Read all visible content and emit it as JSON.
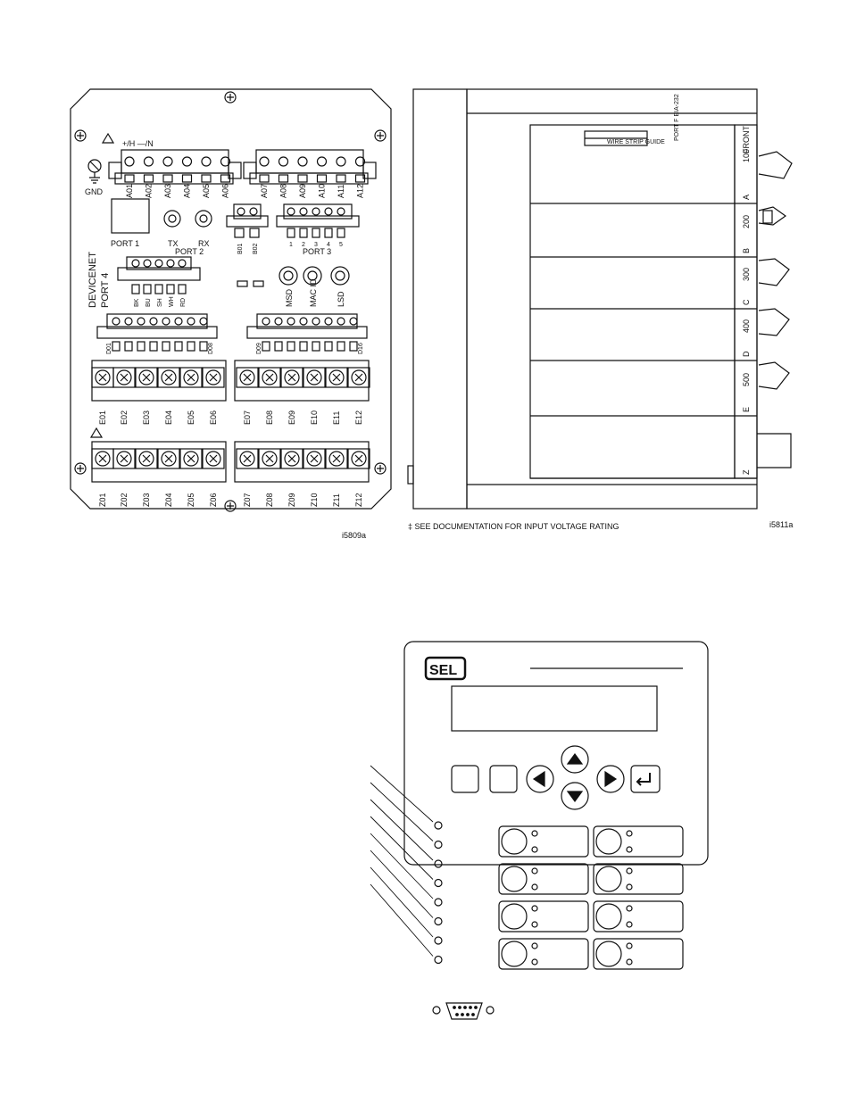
{
  "rear_panel": {
    "figure_id": "i5809a",
    "gnd_label": "GND",
    "power_label": "+/H  —/N",
    "terminals_a_left": [
      "A01",
      "A02",
      "A03",
      "A04",
      "A05",
      "A06"
    ],
    "terminals_a_right": [
      "A07",
      "A08",
      "A09",
      "A10",
      "A11",
      "A12"
    ],
    "port1_label": "PORT 1",
    "port2_tx": "TX",
    "port2_rx": "RX",
    "port2_label": "PORT 2",
    "b_terminals": [
      "B01",
      "B02"
    ],
    "port3_nums": [
      "1",
      "2",
      "3",
      "4",
      "5"
    ],
    "port3_label": "PORT 3",
    "devicenet_label": "DEVICENET",
    "port4_label": "PORT 4",
    "devicenet_wires": [
      "BK",
      "BU",
      "SH",
      "WH",
      "RD"
    ],
    "msd_label": "MSD",
    "macid_label": "MAC ID",
    "lsd_label": "LSD",
    "d_left": [
      "D01",
      "D08"
    ],
    "d_right": [
      "D09",
      "D16"
    ],
    "e_terminals": [
      "E01",
      "E02",
      "E03",
      "E04",
      "E05",
      "E06",
      "E07",
      "E08",
      "E09",
      "E10",
      "E11",
      "E12"
    ],
    "z_terminals": [
      "Z01",
      "Z02",
      "Z03",
      "Z04",
      "Z05",
      "Z06",
      "Z07",
      "Z08",
      "Z09",
      "Z10",
      "Z11",
      "Z12"
    ]
  },
  "side_view": {
    "figure_id": "i5811a",
    "footnote": "‡  SEE DOCUMENTATION FOR INPUT VOLTAGE RATING",
    "slots": [
      {
        "num": "100",
        "letter": "A"
      },
      {
        "num": "200",
        "letter": "B"
      },
      {
        "num": "300",
        "letter": "C"
      },
      {
        "num": "400",
        "letter": "D"
      },
      {
        "num": "500",
        "letter": "E"
      },
      {
        "num": "",
        "letter": "Z"
      }
    ],
    "front_label": "FRONT",
    "wire_strip": "WIRE STRIP GUIDE",
    "port_f": "PORT F EIA-232"
  },
  "front_panel": {
    "logo": "SEL"
  }
}
